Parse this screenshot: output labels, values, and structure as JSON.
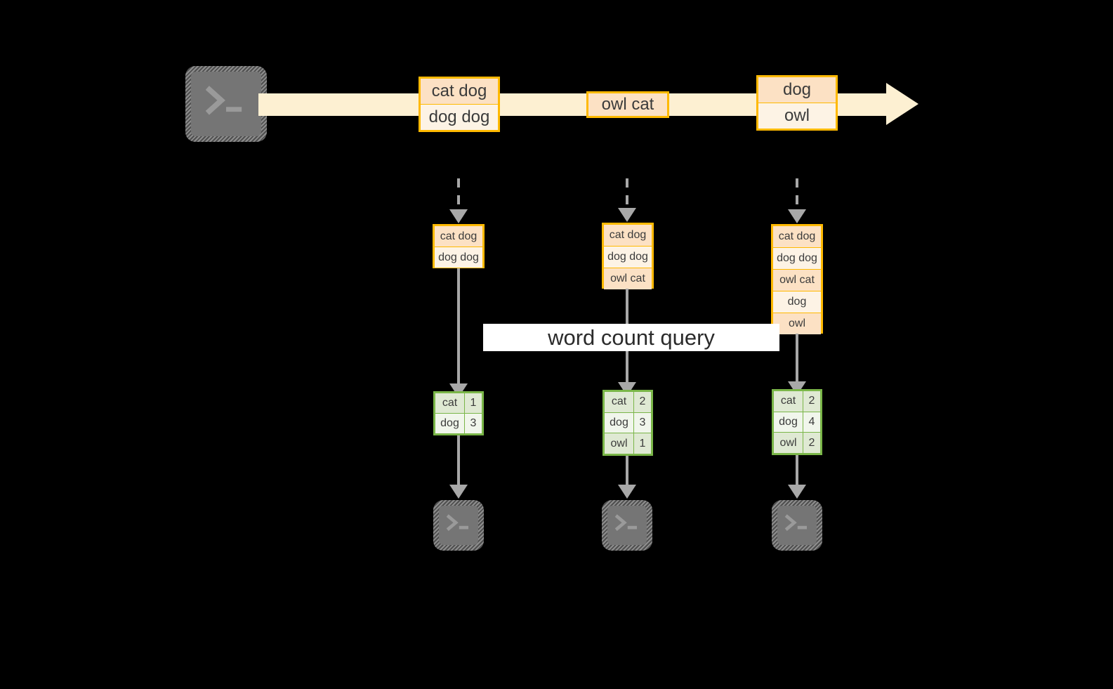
{
  "diagram": {
    "title_label": "word count query",
    "colors": {
      "background": "#000000",
      "stream_fill": "#fdf0d2",
      "record_border": "#ffb900",
      "record_fill_dark": "#fce1c4",
      "record_fill_light": "#fdf3e5",
      "result_border": "#7ab648",
      "result_fill_dark": "#dfe9d3",
      "result_fill_light": "#f1f6ec",
      "connector": "#a8a8a8",
      "terminal_fill": "#757575",
      "banner_fill": "#ffffff",
      "text": "#3b3b3b"
    },
    "source": {
      "icon_name": "terminal-icon",
      "prompt_glyph": ">_"
    },
    "stream": {
      "groups": [
        {
          "id": "group-1",
          "rows": [
            "cat dog",
            "dog dog"
          ]
        },
        {
          "id": "group-2",
          "rows": [
            "owl cat"
          ]
        },
        {
          "id": "group-3",
          "rows": [
            "dog",
            "owl"
          ]
        }
      ]
    },
    "snapshots": [
      {
        "id": "snapshot-1",
        "records": [
          "cat dog",
          "dog dog"
        ],
        "result": {
          "rows": [
            {
              "word": "cat",
              "count": "1"
            },
            {
              "word": "dog",
              "count": "3"
            }
          ]
        },
        "sink": {
          "icon_name": "terminal-icon",
          "prompt_glyph": ">_"
        }
      },
      {
        "id": "snapshot-2",
        "records": [
          "cat dog",
          "dog dog",
          "owl cat"
        ],
        "result": {
          "rows": [
            {
              "word": "cat",
              "count": "2"
            },
            {
              "word": "dog",
              "count": "3"
            },
            {
              "word": "owl",
              "count": "1"
            }
          ]
        },
        "sink": {
          "icon_name": "terminal-icon",
          "prompt_glyph": ">_"
        }
      },
      {
        "id": "snapshot-3",
        "records": [
          "cat dog",
          "dog dog",
          "owl cat",
          "dog",
          "owl"
        ],
        "result": {
          "rows": [
            {
              "word": "cat",
              "count": "2"
            },
            {
              "word": "dog",
              "count": "4"
            },
            {
              "word": "owl",
              "count": "2"
            }
          ]
        },
        "sink": {
          "icon_name": "terminal-icon",
          "prompt_glyph": ">_"
        }
      }
    ]
  }
}
